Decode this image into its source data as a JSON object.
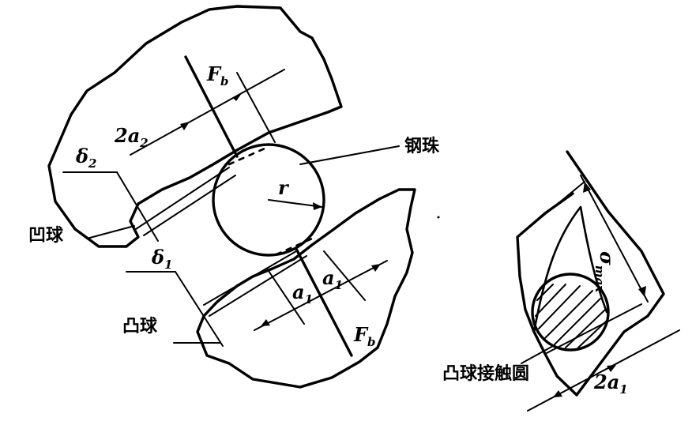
{
  "labels": {
    "steel_ball": "钢珠",
    "concave_ball": "凹球",
    "convex_ball": "凸球",
    "contact_circle": "凸球接触圆",
    "force_top": "F",
    "force_top_sub": "b",
    "force_bottom": "F",
    "force_bottom_sub": "b",
    "width_2a2": "2a",
    "width_2a2_sub": "2",
    "delta2": "δ",
    "delta2_sub": "2",
    "delta1": "δ",
    "delta1_sub": "1",
    "radius_r": "r",
    "a1_left": "a",
    "a1_left_sub": "1",
    "a1_right": "a",
    "a1_right_sub": "1",
    "sigma_max": "σ",
    "sigma_max_sub": "max",
    "width_2a1": "2a",
    "width_2a1_sub": "1"
  }
}
